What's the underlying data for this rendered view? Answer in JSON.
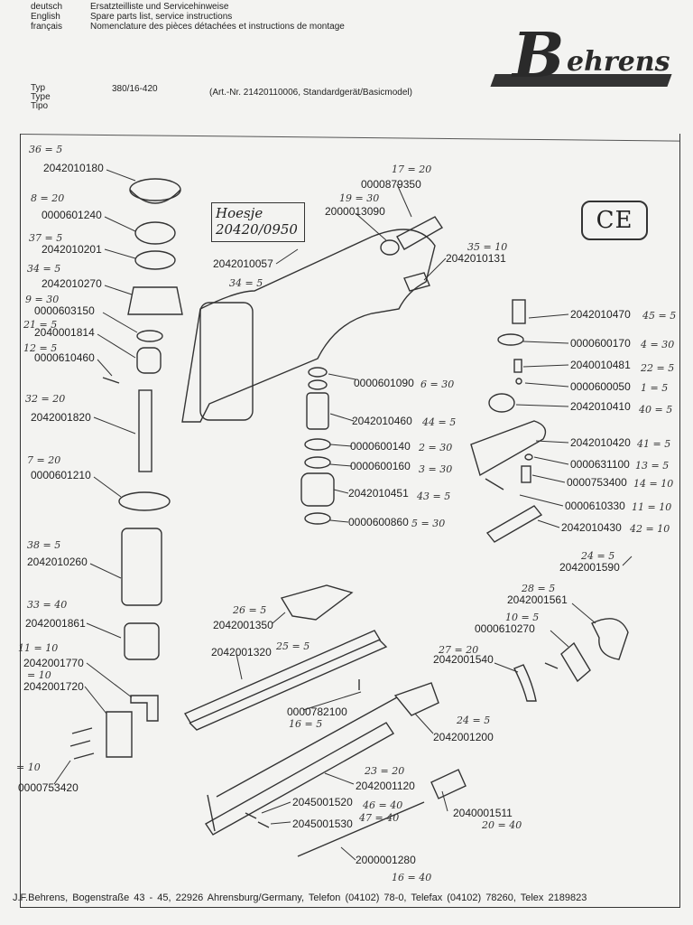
{
  "header": {
    "languages": [
      "deutsch",
      "English",
      "français"
    ],
    "titles": [
      "Ersatzteilliste und Servicehinweise",
      "Spare parts list, service instructions",
      "Nomenclature des pièces détachées et instructions de montage"
    ],
    "type_labels": [
      "Typ",
      "Type",
      "Tipo"
    ],
    "type_value": "380/16-420",
    "article": "(Art.-Nr. 21420110006, Standardgerät/Basicmodel)"
  },
  "logo": {
    "initial": "B",
    "rest": "ehrens"
  },
  "ce_mark": "CE",
  "handwritten_box": {
    "line1": "Hoesje",
    "line2": "20420/0950"
  },
  "parts": [
    {
      "id": "p1",
      "number": "2042010180",
      "note": "36 = 5"
    },
    {
      "id": "p2",
      "number": "0000601240",
      "note": "8 = 20"
    },
    {
      "id": "p3",
      "number": "2042010201",
      "note": "37 = 5"
    },
    {
      "id": "p4",
      "number": "2042010270",
      "note": "34 = 5"
    },
    {
      "id": "p5",
      "number": "0000603150",
      "note": "9 = 30"
    },
    {
      "id": "p6",
      "number": "2040001814",
      "note": "21 = 5"
    },
    {
      "id": "p7",
      "number": "0000610460",
      "note": "12 = 5"
    },
    {
      "id": "p8",
      "number": "2042001820",
      "note": "32 = 20"
    },
    {
      "id": "p9",
      "number": "0000601210",
      "note": "7 = 20"
    },
    {
      "id": "p10",
      "number": "2042010260",
      "note": "38 = 5"
    },
    {
      "id": "p11",
      "number": "2042001861",
      "note": "33 = 40"
    },
    {
      "id": "p12",
      "number": "2042001770",
      "note": "11 = 10"
    },
    {
      "id": "p13",
      "number": "2042001720",
      "note": "= 10"
    },
    {
      "id": "p14",
      "number": "0000753420",
      "note": "= 10"
    },
    {
      "id": "p15",
      "number": "0000879350",
      "note": "17 = 20"
    },
    {
      "id": "p16",
      "number": "2000013090",
      "note": "19 = 30"
    },
    {
      "id": "p17",
      "number": "2042010131",
      "note": "35 = 10"
    },
    {
      "id": "p18",
      "number": "2042010057",
      "note": "34 = 5"
    },
    {
      "id": "p19",
      "number": "0000601090",
      "note": "6 = 30"
    },
    {
      "id": "p20",
      "number": "2042010460",
      "note": "44 = 5"
    },
    {
      "id": "p21",
      "number": "0000600140",
      "note": "2 = 30"
    },
    {
      "id": "p22",
      "number": "0000600160",
      "note": "3 = 30"
    },
    {
      "id": "p23",
      "number": "2042010451",
      "note": "43 = 5"
    },
    {
      "id": "p24",
      "number": "0000600860",
      "note": "5 = 30"
    },
    {
      "id": "p25",
      "number": "2042010470",
      "note": "45 = 5"
    },
    {
      "id": "p26",
      "number": "0000600170",
      "note": "4 = 30"
    },
    {
      "id": "p27",
      "number": "2040010481",
      "note": "22 = 5"
    },
    {
      "id": "p28",
      "number": "0000600050",
      "note": "1 = 5"
    },
    {
      "id": "p29",
      "number": "2042010410",
      "note": "40 = 5"
    },
    {
      "id": "p30",
      "number": "2042010420",
      "note": "41 = 5"
    },
    {
      "id": "p31",
      "number": "0000631100",
      "note": "13 = 5"
    },
    {
      "id": "p32",
      "number": "0000753400",
      "note": "14 = 10"
    },
    {
      "id": "p33",
      "number": "0000610330",
      "note": "11 = 10"
    },
    {
      "id": "p34",
      "number": "2042010430",
      "note": "42 = 10"
    },
    {
      "id": "p35",
      "number": "2042001590",
      "note": "24 = 5"
    },
    {
      "id": "p36",
      "number": "2042001561",
      "note": "28 = 5"
    },
    {
      "id": "p37",
      "number": "0000610270",
      "note": "10 = 5"
    },
    {
      "id": "p38",
      "number": "2042001540",
      "note": "27 = 20"
    },
    {
      "id": "p39",
      "number": "2042001350",
      "note": "26 = 5"
    },
    {
      "id": "p40",
      "number": "2042001320",
      "note": "25 = 5"
    },
    {
      "id": "p41",
      "number": "0000782100",
      "note": "16 = 5"
    },
    {
      "id": "p42",
      "number": "2042001200",
      "note": "24 = 5"
    },
    {
      "id": "p43",
      "number": "2042001120",
      "note": "23 = 20"
    },
    {
      "id": "p44",
      "number": "2045001520",
      "note": "46 = 40"
    },
    {
      "id": "p45",
      "number": "2045001530",
      "note": "47 = 40"
    },
    {
      "id": "p46",
      "number": "2040001511",
      "note": "20 = 40"
    },
    {
      "id": "p47",
      "number": "2000001280",
      "note": "16 = 40"
    }
  ],
  "footer": {
    "company": "J.F.Behrens,",
    "address": "Bogenstraße 43 - 45,",
    "city": "22926 Ahrensburg/Germany,",
    "phone": "Telefon (04102) 78-0,",
    "fax": "Telefax (04102) 78260,",
    "telex": "Telex 2189823"
  }
}
